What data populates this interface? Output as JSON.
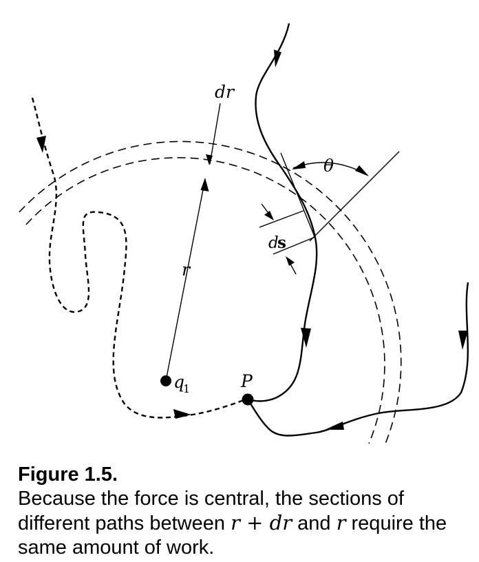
{
  "labels": {
    "dr": "dr",
    "r": "r",
    "q": "q",
    "q_sub": "1",
    "P": "P",
    "ds_d": "d",
    "ds_s": "s",
    "theta": "θ"
  },
  "caption": {
    "title": "Figure 1.5.",
    "line1": "Because the force is central, the sections of",
    "line2_a": "different paths between ",
    "line2_m1": "r",
    "line2_op": " + ",
    "line2_m2": "dr",
    "line2_b": " and ",
    "line2_m3": "r",
    "line2_c": " require the",
    "line3": "same amount of work."
  }
}
